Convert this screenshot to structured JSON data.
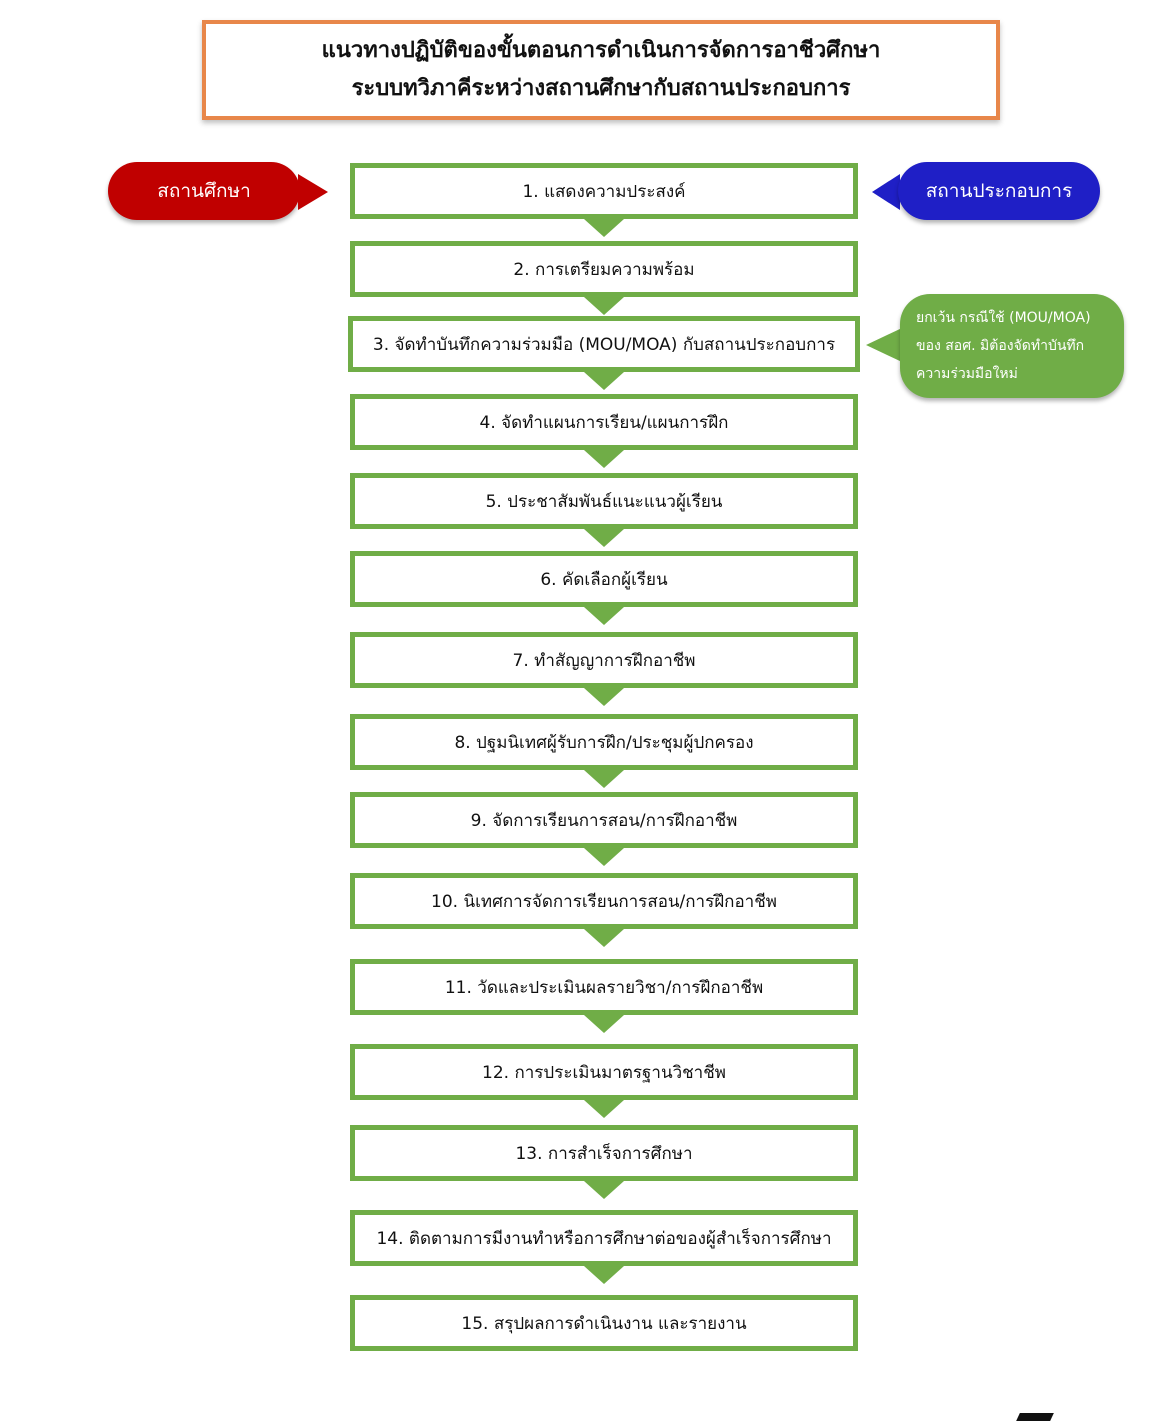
{
  "title": {
    "line1": "แนวทางปฏิบัติของขั้นตอนการดำเนินการจัดการอาชีวศึกษา",
    "line2": "ระบบทวิภาคีระหว่างสถานศึกษากับสถานประกอบการ"
  },
  "actors": {
    "left": "สถานศึกษา",
    "right": "สถานประกอบการ"
  },
  "note": {
    "lines": [
      "ยกเว้น กรณีใช้ (MOU/MOA)",
      "ของ สอศ. มิต้องจัดทำบันทึก",
      "ความร่วมมือใหม่"
    ]
  },
  "steps": [
    "1. แสดงความประสงค์",
    "2. การเตรียมความพร้อม",
    "3. จัดทำบันทึกความร่วมมือ (MOU/MOA) กับสถานประกอบการ",
    "4. จัดทำแผนการเรียน/แผนการฝึก",
    "5. ประชาสัมพันธ์แนะแนวผู้เรียน",
    "6. คัดเลือกผู้เรียน",
    "7. ทำสัญญาการฝึกอาชีพ",
    "8. ปฐมนิเทศผู้รับการฝึก/ประชุมผู้ปกครอง",
    "9. จัดการเรียนการสอน/การฝึกอาชีพ",
    "10. นิเทศการจัดการเรียนการสอน/การฝึกอาชีพ",
    "11. วัดและประเมินผลรายวิชา/การฝึกอาชีพ",
    "12. การประเมินมาตรฐานวิชาชีพ",
    "13. การสำเร็จการศึกษา",
    "14. ติดตามการมีงานทำหรือการศึกษาต่อของผู้สำเร็จการศึกษา",
    "15. สรุปผลการดำเนินงาน และรายงาน"
  ],
  "colors": {
    "step_border": "#70ad47",
    "title_border": "#e8874a",
    "left_actor": "#c00000",
    "right_actor": "#1f1fc6",
    "note_fill": "#70ad47"
  }
}
